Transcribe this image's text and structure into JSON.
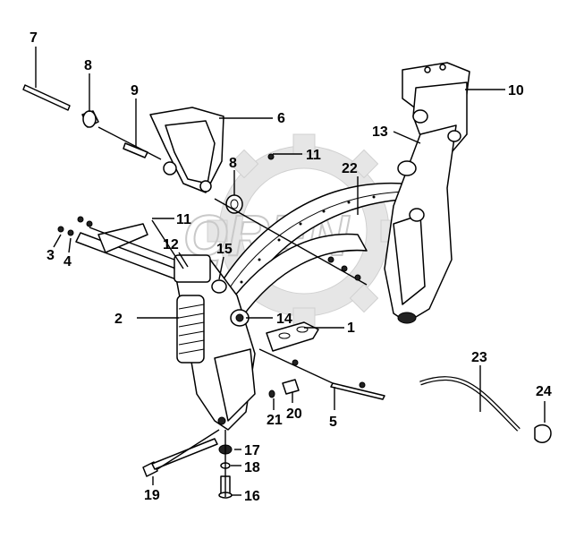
{
  "diagram": {
    "watermark": "QREN",
    "callouts": [
      {
        "label": "1"
      },
      {
        "label": "2"
      },
      {
        "label": "3"
      },
      {
        "label": "4"
      },
      {
        "label": "5"
      },
      {
        "label": "6"
      },
      {
        "label": "7"
      },
      {
        "label": "8"
      },
      {
        "label": "8"
      },
      {
        "label": "9"
      },
      {
        "label": "10"
      },
      {
        "label": "11"
      },
      {
        "label": "11"
      },
      {
        "label": "12"
      },
      {
        "label": "13"
      },
      {
        "label": "14"
      },
      {
        "label": "15"
      },
      {
        "label": "16"
      },
      {
        "label": "17"
      },
      {
        "label": "18"
      },
      {
        "label": "19"
      },
      {
        "label": "20"
      },
      {
        "label": "21"
      },
      {
        "label": "22"
      },
      {
        "label": "23"
      },
      {
        "label": "24"
      }
    ]
  }
}
